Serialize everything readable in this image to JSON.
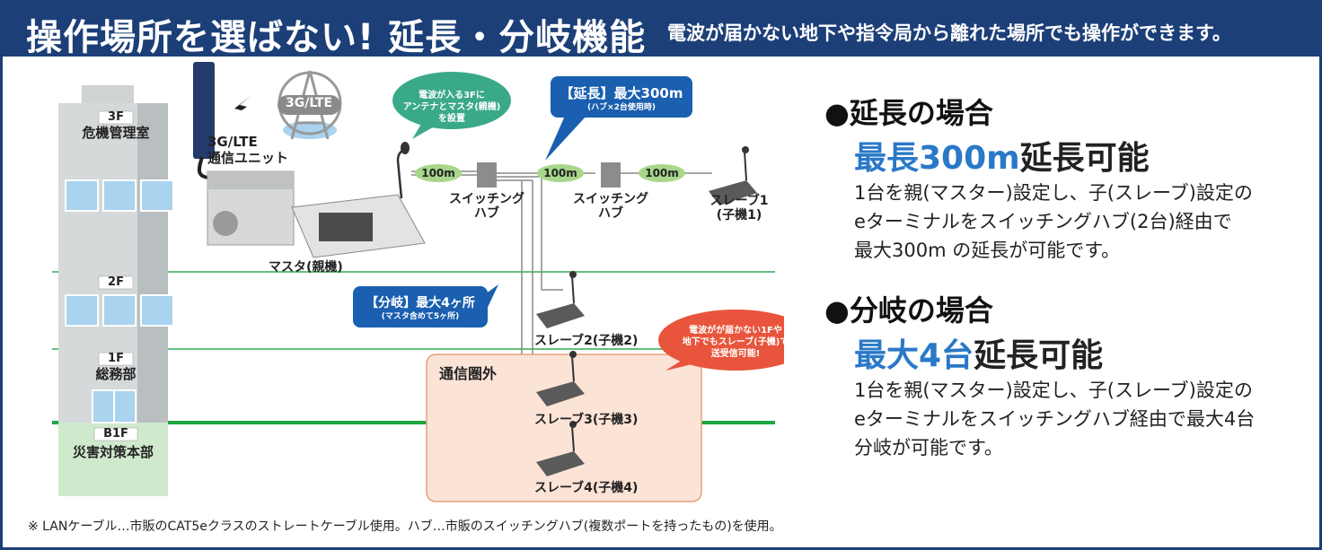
{
  "header": {
    "title": "操作場所を選ばない! 延長・分岐機能",
    "subtitle": "電波が届かない地下や指令局から離れた場所でも操作ができます。"
  },
  "floors": [
    {
      "label": "3F",
      "room": "危機管理室"
    },
    {
      "label": "2F",
      "room": ""
    },
    {
      "label": "1F",
      "room": "総務部"
    },
    {
      "label": "B1F",
      "room": "災害対策本部"
    }
  ],
  "devices": {
    "lte_icon": "3G/LTE",
    "lte_unit": [
      "3G/LTE",
      "通信ユニット"
    ],
    "master": "マスタ(親機)",
    "hub1": [
      "スイッチング",
      "ハブ"
    ],
    "hub2": [
      "スイッチング",
      "ハブ"
    ],
    "slave1": [
      "スレーブ1",
      "(子機1)"
    ],
    "slave2": "スレーブ2(子機2)",
    "slave3": "スレーブ3(子機3)",
    "slave4": "スレーブ4(子機4)"
  },
  "distances": [
    "100m",
    "100m",
    "100m"
  ],
  "bubbles": {
    "antenna": [
      "電波が入る3Fに",
      "アンテナとマスタ(親機)",
      "を設置"
    ],
    "extension_title": "【延長】最大300m",
    "extension_note": "(ハブ×2台使用時)",
    "branch_title": "【分岐】最大4ヶ所",
    "branch_note": "(マスタ含めて5ヶ所)",
    "outside": [
      "電波がが届かない1Fや",
      "地下でもスレーブ(子機)で",
      "送受信可能!"
    ]
  },
  "out_of_range_label": "通信圏外",
  "right_panel": {
    "extension": {
      "heading": "●延長の場合",
      "big_blue": "最長300m",
      "big_black": "延長可能",
      "desc": [
        "1台を親(マスター)設定し、子(スレーブ)設定の",
        "eターミナルをスイッチングハブ(2台)経由で",
        "最大300m の延長が可能です。"
      ]
    },
    "branch": {
      "heading": "●分岐の場合",
      "big_blue": "最大4台",
      "big_black": "延長可能",
      "desc": [
        "1台を親(マスター)設定し、子(スレーブ)設定の",
        "eターミナルをスイッチングハブ経由で最大4台",
        "分岐が可能です。"
      ]
    }
  },
  "footer": "※ LANケーブル…市販のCAT5eクラスのストレートケーブル使用。ハブ…市販のスイッチングハブ(複数ポートを持ったもの)を使用。",
  "colors": {
    "header_bg": "#1c3f78",
    "accent_blue": "#2a78c8",
    "bubble_green": "#3aa98a",
    "bubble_blue": "#1a5fb0",
    "bubble_red": "#e8553c",
    "floor_line": "#33a852",
    "zone_fill": "#fbe3d6",
    "zone_border": "#e5a27e"
  }
}
